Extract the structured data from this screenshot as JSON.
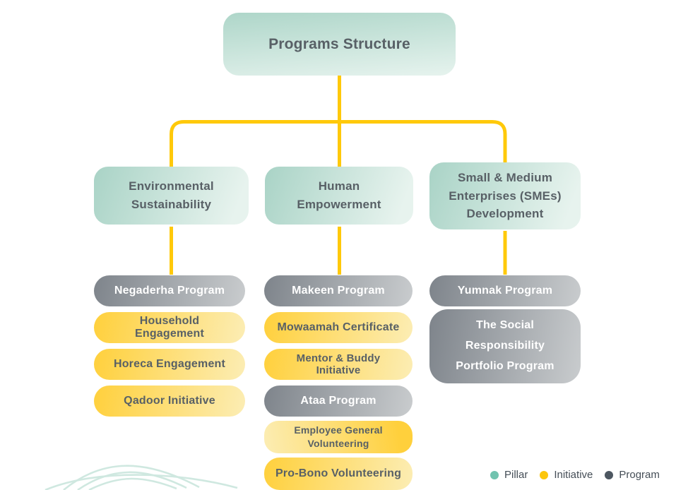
{
  "title": "Programs Structure",
  "pillars": [
    {
      "label": "Environmental Sustainability",
      "type": "pillar",
      "children": [
        {
          "label": "Negaderha Program",
          "type": "program"
        },
        {
          "label": "Household Engagement",
          "type": "initiative"
        },
        {
          "label": "Horeca Engagement",
          "type": "initiative"
        },
        {
          "label": "Qadoor Initiative",
          "type": "initiative"
        }
      ]
    },
    {
      "label": "Human Empowerment",
      "type": "pillar",
      "children": [
        {
          "label": "Makeen Program",
          "type": "program"
        },
        {
          "label": "Mowaamah Certificate",
          "type": "initiative"
        },
        {
          "label": "Mentor & Buddy Initiative",
          "type": "initiative"
        },
        {
          "label": "Ataa Program",
          "type": "program"
        },
        {
          "label": "Employee General Volunteering",
          "type": "initiative"
        },
        {
          "label": "Pro-Bono Volunteering",
          "type": "initiative"
        }
      ]
    },
    {
      "label": "Small & Medium Enterprises (SMEs) Development",
      "type": "pillar",
      "children": [
        {
          "label": "Yumnak Program",
          "type": "program"
        },
        {
          "label": "The Social Responsibility Portfolio Program",
          "type": "program"
        }
      ]
    }
  ],
  "legend": {
    "items": [
      {
        "label": "Pillar",
        "color": "#71c3af"
      },
      {
        "label": "Initiative",
        "color": "#fcc60d"
      },
      {
        "label": "Program",
        "color": "#4d5761"
      }
    ]
  },
  "colors": {
    "connector_yellow": "#ffc90a",
    "pillar_teal_dark": "#a9d3c6",
    "pillar_teal_light": "#e7f3ee",
    "initiative_gold": "#ffd03c",
    "initiative_pale": "#fcedb4",
    "program_gray_dark": "#7e848b",
    "program_gray_light": "#c9ccce",
    "text_dark": "#586066",
    "text_light": "#ffffff",
    "wave_teal": "#cfe8e0"
  }
}
